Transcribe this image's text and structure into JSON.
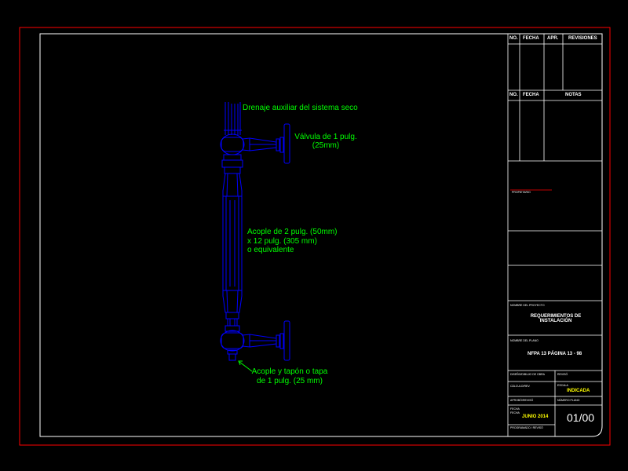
{
  "drawing": {
    "labels": {
      "drain": "Drenaje auxiliar del sistema seco",
      "valve_l1": "Válvula de 1 pulg.",
      "valve_l2": "(25mm)",
      "coupling_l1": "Acople de 2 pulg. (50mm)",
      "coupling_l2": "x 12 pulg. (305 mm)",
      "coupling_l3": "o equivalente",
      "cap_l1": "Acople y tapón o tapa",
      "cap_l2": "de 1 pulg. (25 mm)"
    }
  },
  "title_block": {
    "revisions_header": {
      "no": "NO.",
      "fecha": "FECHA",
      "apr": "APR.",
      "revisiones": "REVISIONES"
    },
    "notes_header": {
      "no": "NO.",
      "fecha": "FECHA",
      "notas": "NOTAS"
    },
    "owner_label": "PROPIETARIO",
    "project_label": "NOMBRE DEL PROYECTO",
    "project_title_l1": "REQUERIMIENTOS DE",
    "project_title_l2": "INSTALACIÓN",
    "plan_label": "NOMBRE DEL PLANO",
    "plan_title": "NFPA 13 PÁGINA 13 - 98",
    "designed_label": "DISEÑO/DIBUJO DE OBRA",
    "reviewed_label": "REVISÓ",
    "checked_label": "CÁLCULO/REV.",
    "scale_label": "ESCALA",
    "scale_value": "INDICADA",
    "approved_label": "APROBÓ/REVISÓ",
    "sheet_label": "NÚMERO PLANO",
    "date_label_1": "FECHA",
    "date_label_2": "FECHA",
    "date_value": "JUNIO 2014",
    "footer_label": "PROGRAMADO / REVISÓ",
    "sheet_number": "01/00"
  },
  "colors": {
    "frame": "#ff0000",
    "border": "#ffffff",
    "pipe": "#0000ff",
    "text": "#00ff00",
    "title_yellow": "#ffff00"
  }
}
